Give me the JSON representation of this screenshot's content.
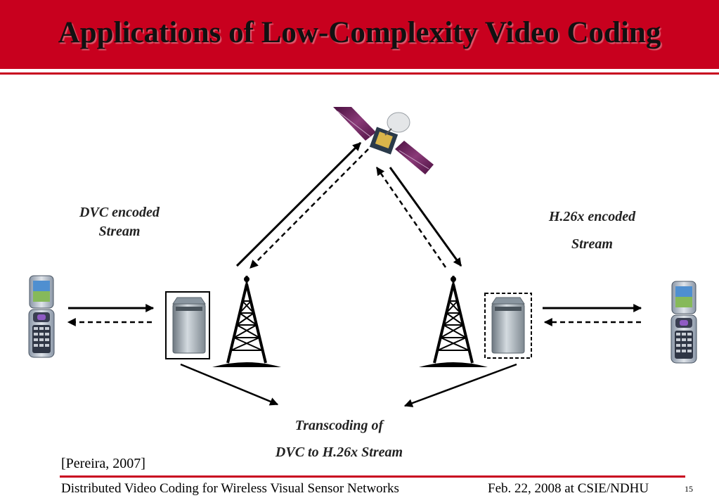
{
  "slide": {
    "title": "Applications of Low-Complexity Video Coding",
    "citation": "[Pereira, 2007]"
  },
  "diagram": {
    "left_label": [
      "DVC encoded",
      "Stream"
    ],
    "right_label": [
      "H.26x encoded",
      "Stream"
    ],
    "bottom_label": [
      "Transcoding of",
      "DVC to H.26x Stream"
    ]
  },
  "footer": {
    "course": "Distributed Video Coding for Wireless Visual Sensor Networks",
    "date_venue": "Feb. 22, 2008 at CSIE/NDHU",
    "page_number": "15"
  },
  "colors": {
    "header_red": "#c8001e",
    "satellite_panel": "#6a1f55"
  },
  "icons": [
    "mobile-phone-icon",
    "server-icon",
    "radio-tower-icon",
    "satellite-icon"
  ]
}
